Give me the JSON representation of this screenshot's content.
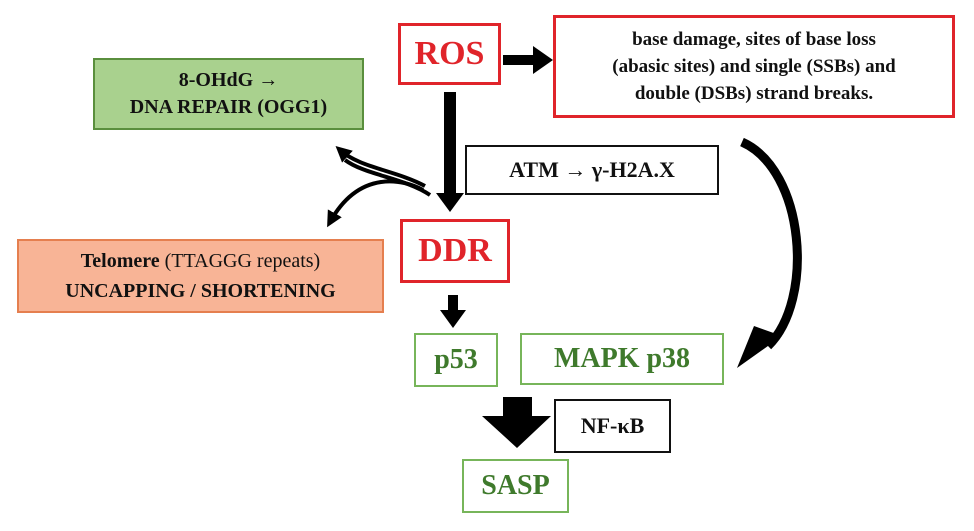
{
  "nodes": {
    "ros": "ROS",
    "damage": {
      "line1": "base damage, sites of base loss",
      "line2": "(abasic sites) and single (SSBs) and",
      "line3": "double (DSBs) strand breaks."
    },
    "repair": {
      "line1": "8-OHdG →",
      "line2": "DNA REPAIR (OGG1)"
    },
    "atm": "ATM → γ-H2A.X",
    "ddr": "DDR",
    "telomere": {
      "bold_word": "Telomere",
      "normal_part": "(TTAGGG  repeats)",
      "line2": "UNCAPPING   / SHORTENING"
    },
    "p53": "p53",
    "mapk": "MAPK p38",
    "nfkb": "NF-κB",
    "sasp": "SASP"
  },
  "colors": {
    "red_border": "#e0242a",
    "green_fill": "#a9d18e",
    "orange_fill": "#f8b496",
    "green_text": "#3f7a2c",
    "arrow": "#000000"
  }
}
